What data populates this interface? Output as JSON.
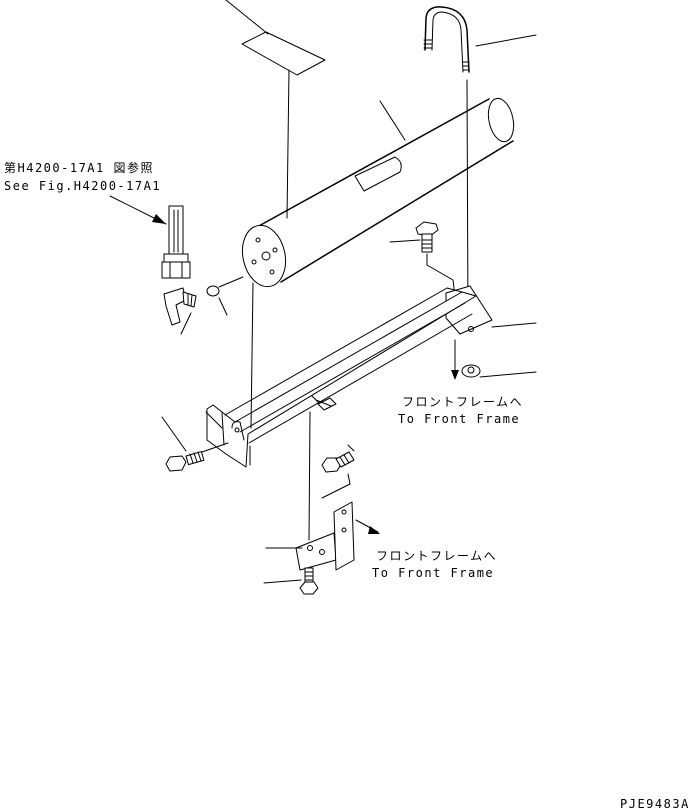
{
  "annotations": {
    "ref_jp": "第H4200-17A1 図参照",
    "ref_en": "See Fig.H4200-17A1",
    "front_frame_jp_1": "フロントフレームへ",
    "front_frame_en_1": "To Front Frame",
    "front_frame_jp_2": "フロントフレームへ",
    "front_frame_en_2": "To Front Frame",
    "drawing_code": "PJE9483A"
  },
  "parts": [
    {
      "name": "label-plate"
    },
    {
      "name": "u-bolt"
    },
    {
      "name": "receiver-drier-tank"
    },
    {
      "name": "hose-fitting"
    },
    {
      "name": "elbow-fitting"
    },
    {
      "name": "o-ring"
    },
    {
      "name": "mounting-bolt-top"
    },
    {
      "name": "bracket-support"
    },
    {
      "name": "nut"
    },
    {
      "name": "mounting-tray"
    },
    {
      "name": "bolt-left"
    },
    {
      "name": "bolt-center"
    },
    {
      "name": "lower-bracket"
    },
    {
      "name": "bolt-lower"
    }
  ]
}
